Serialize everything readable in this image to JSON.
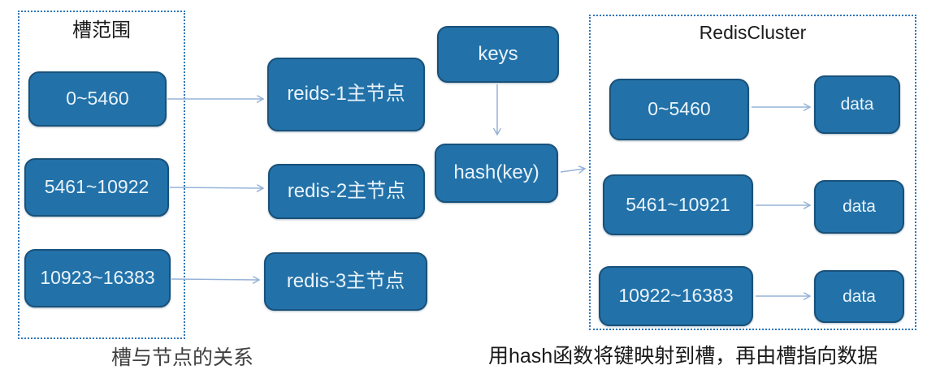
{
  "left_panel": {
    "title": "槽范围",
    "slots": [
      "0~5460",
      "5461~10922",
      "10923~16383"
    ],
    "caption": "槽与节点的关系"
  },
  "middle": {
    "nodes": [
      "reids-1主节点",
      "redis-2主节点",
      "redis-3主节点"
    ],
    "keys_label": "keys",
    "hash_label": "hash(key)"
  },
  "right_panel": {
    "title": "RedisCluster",
    "rows": [
      {
        "slot": "0~5460",
        "data": "data"
      },
      {
        "slot": "5461~10921",
        "data": "data"
      },
      {
        "slot": "10922~16383",
        "data": "data"
      }
    ],
    "caption": "用hash函数将键映射到槽，再由槽指向数据"
  },
  "colors": {
    "node_fill": "#2272A9",
    "node_border": "#19517A",
    "node_text": "#EAF3FB",
    "arrow": "#95B3D7",
    "dashed_border": "#2E75B6",
    "caption_left": "#404040",
    "caption_right": "#1A1A1A"
  }
}
